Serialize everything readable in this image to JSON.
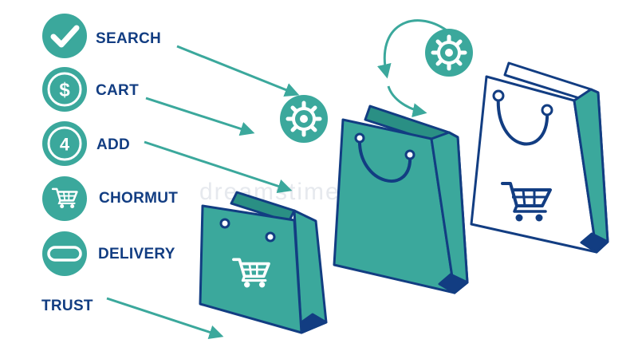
{
  "colors": {
    "teal": "#3ba89c",
    "navy": "#123d82",
    "white": "#ffffff",
    "watermark": "#e6e9ee"
  },
  "list": {
    "items": [
      {
        "label": "SEARCH",
        "icon": "checkmark-icon"
      },
      {
        "label": "CART",
        "icon": "dollar-icon",
        "glyph": "$"
      },
      {
        "label": "ADD",
        "icon": "number-icon",
        "glyph": "4"
      },
      {
        "label": "CHORMUT",
        "icon": "cart-icon"
      },
      {
        "label": "DELIVERY",
        "icon": "minus-pill-icon"
      }
    ],
    "trust_label": "TRUST"
  },
  "watermark": {
    "text": "dreamstime"
  },
  "bags": [
    {
      "name": "small-shopping-bag",
      "color": "teal",
      "icon": "cart-icon"
    },
    {
      "name": "large-shopping-bag",
      "color": "teal",
      "icon": ""
    },
    {
      "name": "white-shopping-bag",
      "color": "white",
      "icon": "cart-icon"
    }
  ],
  "gears": [
    {
      "name": "gear-icon-lower"
    },
    {
      "name": "gear-icon-upper"
    }
  ]
}
